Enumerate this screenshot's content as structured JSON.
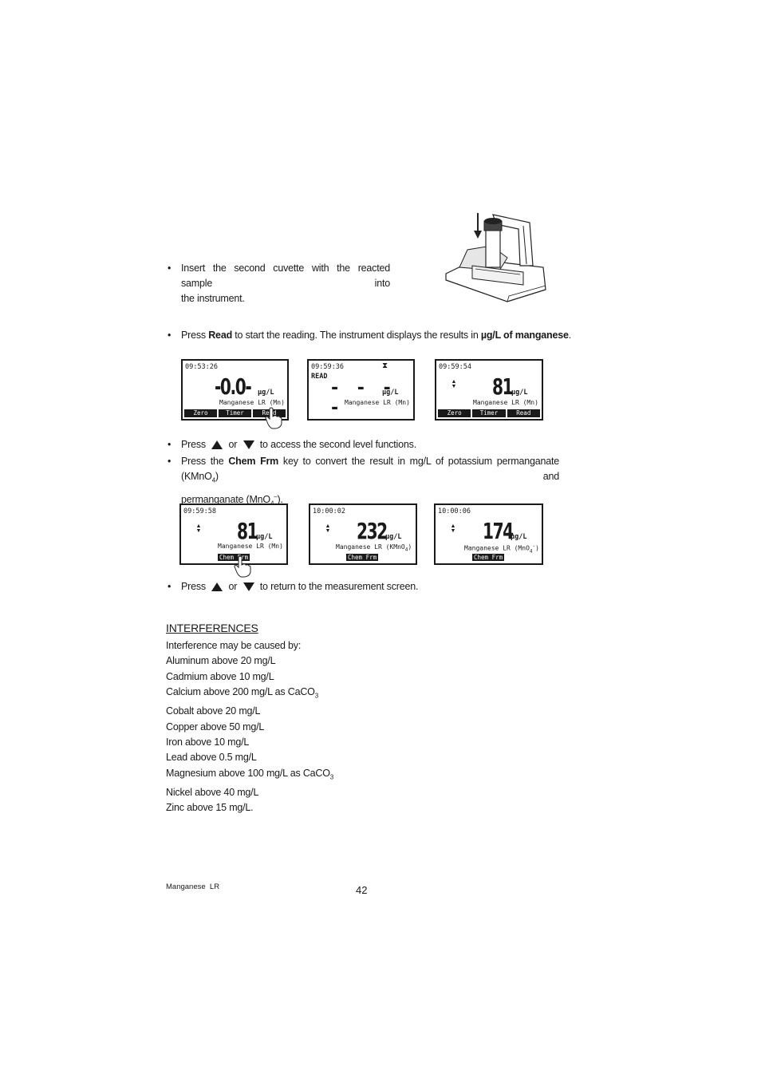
{
  "step1": {
    "text_line1": "Insert the second cuvette with the reacted sample into",
    "text_line2": "the instrument."
  },
  "step2": {
    "prefix": "Press ",
    "key": "Read",
    "middle": " to start the reading. The instrument displays the results in ",
    "unit_bold": "µg/L of manganese",
    "suffix": "."
  },
  "screens_row1": [
    {
      "time": "09:53:26",
      "value": "-0.0-",
      "unit": "µg/L",
      "param": "Manganese LR (Mn)",
      "softkeys": [
        "Zero",
        "Timer",
        "Read"
      ]
    },
    {
      "time": "09:59:36",
      "mode": "READ",
      "hourglass": "⧗",
      "value": "- - - -",
      "unit": "µg/L",
      "param": "Manganese LR (Mn)"
    },
    {
      "time": "09:59:54",
      "value": "81",
      "unit": "µg/L",
      "param": "Manganese LR (Mn)",
      "softkeys": [
        "Zero",
        "Timer",
        "Read"
      ]
    }
  ],
  "step3": {
    "prefix": "Press ",
    "or": " or ",
    "suffix": " to access the second level functions."
  },
  "step4": {
    "prefix": "Press the ",
    "key": "Chem Frm",
    "middle": " key to convert the result in mg/L of potassium permanganate (KMnO",
    "sub1": "4",
    "middle2": ") and",
    "line2_prefix": "permanganate (MnO",
    "sub2": "4",
    "sup2": "–",
    "line2_suffix": ")."
  },
  "screens_row2": [
    {
      "time": "09:59:58",
      "value": "81",
      "unit": "µg/L",
      "param": "Manganese LR (Mn)",
      "chem": "Chem Frm"
    },
    {
      "time": "10:00:02",
      "value": "232",
      "unit": "µg/L",
      "param": "Manganese LR (KMnO",
      "param_sub": "4",
      "param_end": ")",
      "chem": "Chem Frm"
    },
    {
      "time": "10:00:06",
      "value": "174",
      "unit": "µg/L",
      "param": "Manganese LR (MnO",
      "param_sub": "4",
      "param_sup": "-",
      "param_end": ")",
      "chem": "Chem Frm"
    }
  ],
  "step5": {
    "prefix": "Press ",
    "or": " or ",
    "suffix": " to return to the measurement screen."
  },
  "interferences": {
    "heading": "INTERFERENCES",
    "intro": "Interference may be caused by:",
    "items": [
      {
        "text": "Aluminum above 20 mg/L"
      },
      {
        "text": "Cadmium above 10 mg/L"
      },
      {
        "text": "Calcium above 200 mg/L as CaCO",
        "sub": "3"
      },
      {
        "text": "Cobalt above 20 mg/L"
      },
      {
        "text": "Copper above 50 mg/L"
      },
      {
        "text": "Iron above 10 mg/L"
      },
      {
        "text": "Lead above 0.5 mg/L"
      },
      {
        "text": "Magnesium above 100 mg/L as CaCO",
        "sub": "3"
      },
      {
        "text": "Nickel above 40 mg/L"
      },
      {
        "text": "Zinc above 15 mg/L."
      }
    ]
  },
  "footer": {
    "left": "Manganese  LR",
    "page": "42"
  },
  "icons": {
    "bullet": "•",
    "up_arrow": "triangle-up-icon",
    "down_arrow": "triangle-down-icon",
    "updown": "updown-arrows-icon",
    "hand": "pointing-hand-icon",
    "instrument": "instrument-cuvette-illustration"
  }
}
